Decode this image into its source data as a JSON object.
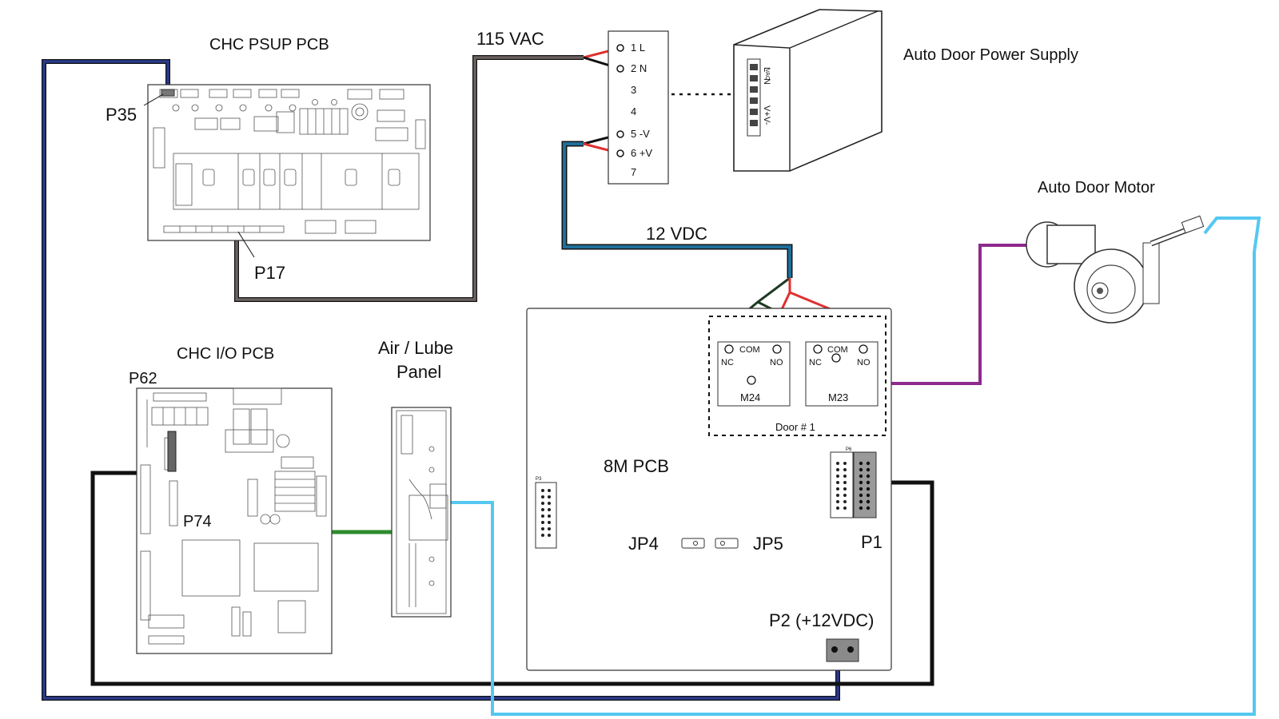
{
  "labels": {
    "psup_pcb": "CHC PSUP PCB",
    "p35": "P35",
    "p17": "P17",
    "vac": "115 VAC",
    "vdc": "12 VDC",
    "power_supply": "Auto Door Power Supply",
    "motor": "Auto Door Motor",
    "io_pcb": "CHC I/O PCB",
    "p62": "P62",
    "p74": "P74",
    "air_lube_1": "Air / Lube",
    "air_lube_2": "Panel",
    "m8_pcb": "8M PCB",
    "jp4": "JP4",
    "jp5": "JP5",
    "p1": "P1",
    "p2": "P2 (+12VDC)",
    "door": "Door # 1",
    "m24": "M24",
    "m23": "M23",
    "nc": "NC",
    "com": "COM",
    "no": "NO",
    "p3_small": "P3",
    "p6_small": "P6"
  },
  "terminal_block": [
    "1 L",
    "2 N",
    "3",
    "4",
    "5 -V",
    "6 +V",
    "7"
  ],
  "psu_marks": {
    "l": "L",
    "n": "N",
    "vac": "VAC",
    "vplus": "V+",
    "vminus": "V-"
  },
  "colors": {
    "wire_navy": "#2b3a8c",
    "wire_brown": "#555050",
    "wire_blue": "#1f6f9a",
    "wire_black": "#111111",
    "wire_green": "#2e8b2e",
    "wire_cyan": "#55c8f0",
    "wire_purple": "#8e2a8e",
    "wire_red": "#e03030",
    "wire_darkgreen": "#1d3a22"
  }
}
